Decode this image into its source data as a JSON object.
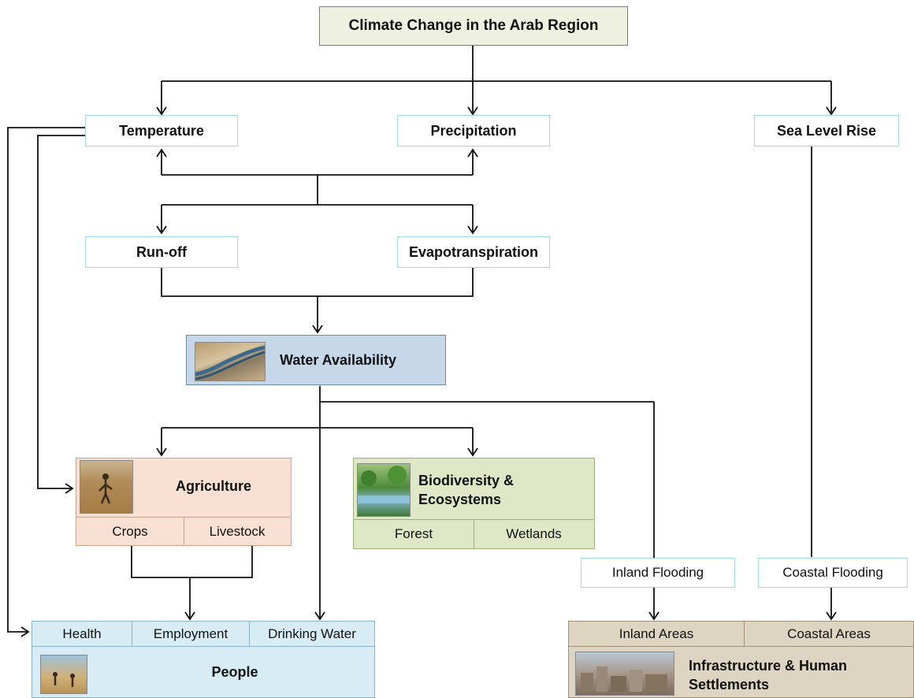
{
  "title": "Climate Change in the Arab Region",
  "nodes": {
    "temperature": "Temperature",
    "precipitation": "Precipitation",
    "sea_level_rise": "Sea Level Rise",
    "run_off": "Run-off",
    "evapotranspiration": "Evapotranspiration",
    "water_availability": "Water Availability",
    "agriculture": "Agriculture",
    "crops": "Crops",
    "livestock": "Livestock",
    "biodiversity": "Biodiversity & Ecosystems",
    "forest": "Forest",
    "wetlands": "Wetlands",
    "inland_flooding": "Inland Flooding",
    "coastal_flooding": "Coastal Flooding",
    "health": "Health",
    "employment": "Employment",
    "drinking_water": "Drinking Water",
    "people": "People",
    "inland_areas": "Inland Areas",
    "coastal_areas": "Coastal Areas",
    "infrastructure": "Infrastructure & Human Settlements"
  },
  "colors": {
    "cyan_border": "#9ddbe8",
    "water_fill": "#c6d7e9",
    "agriculture_fill": "#f8e1d3",
    "biodiversity_fill": "#dfe8c6",
    "people_fill": "#d7ecf4",
    "infrastructure_fill": "#ddd5c2"
  }
}
